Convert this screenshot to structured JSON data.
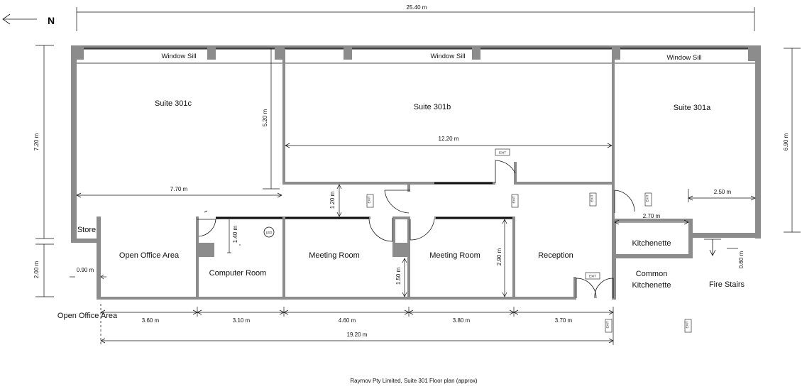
{
  "north": {
    "label": "N",
    "icon": "north-arrow-icon"
  },
  "caption": "Raymov Pty Limited, Suite 301 Floor plan (approx)",
  "window_sill": "Window Sill",
  "rooms": {
    "suite_301c": "Suite 301c",
    "suite_301b": "Suite 301b",
    "suite_301a": "Suite 301a",
    "store": "Store",
    "open_office_area": "Open Office Area",
    "computer_room": "Computer Room",
    "meeting_room_1": "Meeting Room",
    "meeting_room_2": "Meeting Room",
    "reception": "Reception",
    "kitchenette": "Kitchenette",
    "common_kitchenette_1": "Common",
    "common_kitchenette_2": "Kitchenette",
    "fire_stairs": "Fire Stairs",
    "open_office_area_outside": "Open Office Area"
  },
  "dimensions": {
    "total_width": "25.40 m",
    "left_height": "7.20 m",
    "lower_left_height": "2.00 m",
    "right_height": "6.90 m",
    "suite_301b_depth": "5.20 m",
    "suite_301b_width": "12.20 m",
    "suite_301c_width": "7.70 m",
    "corridor_width": "1.20 m",
    "store_width": "0.90 m",
    "computer_room_wall": "1.40 m",
    "meeting_room_small": "1.50 m",
    "meeting_room_depth": "2.90 m",
    "kitchenette_width": "2.70 m",
    "fire_stairs_width": "2.50 m",
    "fire_stairs_step": "0.60 m",
    "seg_1": "3.60 m",
    "seg_2": "3.10 m",
    "seg_3": "4.60 m",
    "seg_4": "3.80 m",
    "seg_5": "3.70 m",
    "bottom_total": "19.20 m"
  },
  "markers": {
    "exit": "EXIT",
    "led": "LED"
  }
}
